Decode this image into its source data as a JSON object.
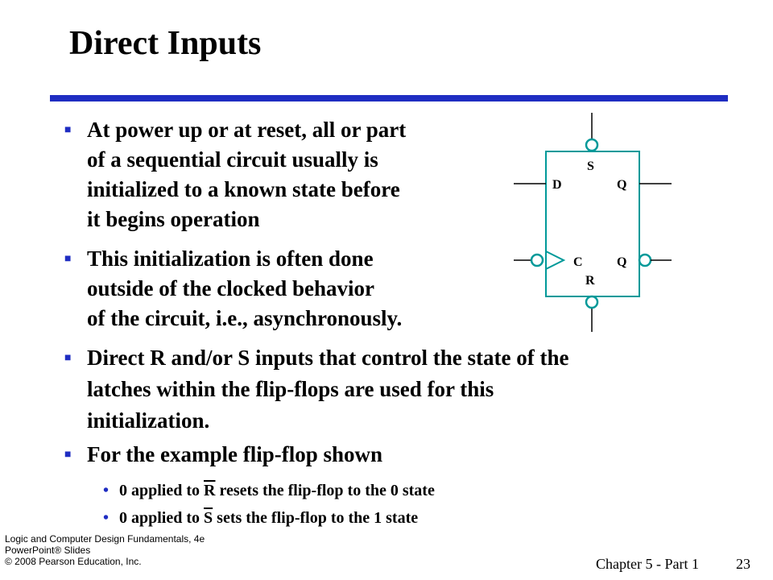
{
  "title": "Direct Inputs",
  "colors": {
    "accent": "#1f2dc2",
    "diagram": "#009999"
  },
  "bullets": [
    {
      "lines": [
        "At power up or at reset, all or part",
        "of a sequential circuit usually is",
        "initialized to a known state before",
        "it begins operation"
      ]
    },
    {
      "lines": [
        "This initialization is often done",
        "outside of the clocked behavior",
        "of the circuit, i.e., asynchronously."
      ]
    },
    {
      "lines": [
        "Direct R and/or S inputs that control the state of the",
        "latches within the flip-flops are used for this",
        "initialization."
      ]
    },
    {
      "lines": [
        "For the example flip-flop shown"
      ]
    }
  ],
  "sub_bullets": [
    {
      "before": "0 applied to ",
      "bar": "R",
      "after": " resets the flip-flop to the 0 state"
    },
    {
      "before": "0 applied to ",
      "bar": "S",
      "after": " sets the flip-flop to the 1 state"
    }
  ],
  "diagram": {
    "labels": {
      "s": "S",
      "d": "D",
      "q_top": "Q",
      "c": "C",
      "q_bottom": "Q",
      "r": "R"
    }
  },
  "footer": {
    "left_lines": [
      "Logic and Computer Design Fundamentals, 4e",
      "PowerPoint® Slides",
      "© 2008 Pearson Education, Inc."
    ],
    "chapter": "Chapter 5 - Part 1",
    "page": "23"
  }
}
